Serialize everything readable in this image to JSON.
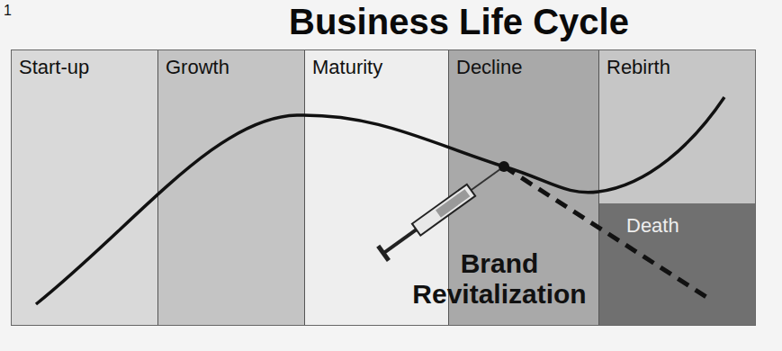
{
  "diagram": {
    "title": "Business Life Cycle",
    "nodes": [
      {
        "text": [
          "Start-up"
        ]
      },
      {
        "text": [
          "Growth"
        ]
      },
      {
        "text": [
          "Maturity"
        ]
      },
      {
        "text": [
          "Decline"
        ]
      },
      {
        "text": [
          "Rebirth"
        ]
      },
      {
        "text": [
          "Death"
        ],
        "in": 4
      }
    ],
    "labels": [
      "1",
      "Brand Revitalization"
    ]
  }
}
